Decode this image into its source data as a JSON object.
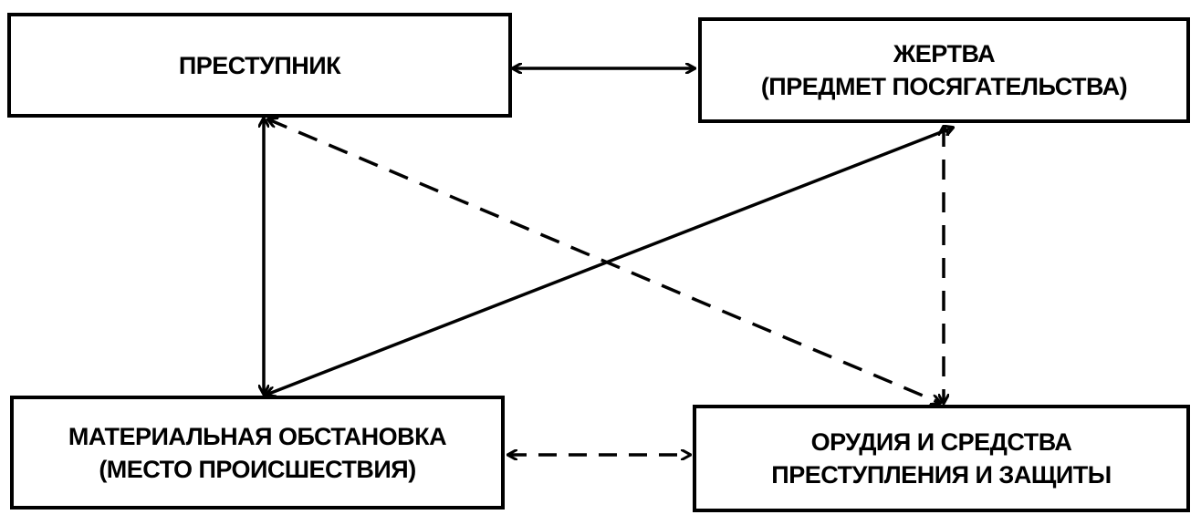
{
  "nodes": {
    "criminal": {
      "line1": "ПРЕСТУПНИК"
    },
    "victim": {
      "line1": "ЖЕРТВА",
      "line2": "(ПРЕДМЕТ ПОСЯГАТЕЛЬСТВА)"
    },
    "setting": {
      "line1": "МАТЕРИАЛЬНАЯ ОБСТАНОВКА",
      "line2": "(МЕСТО ПРОИСШЕСТВИЯ)"
    },
    "tools": {
      "line1": "ОРУДИЯ И СРЕДСТВА",
      "line2": "ПРЕСТУПЛЕНИЯ И ЗАЩИТЫ"
    }
  },
  "edges": [
    {
      "from": "criminal",
      "to": "victim",
      "style": "solid"
    },
    {
      "from": "criminal",
      "to": "setting",
      "style": "solid"
    },
    {
      "from": "victim",
      "to": "setting",
      "style": "solid"
    },
    {
      "from": "criminal",
      "to": "tools",
      "style": "dashed"
    },
    {
      "from": "victim",
      "to": "tools",
      "style": "dashed"
    },
    {
      "from": "setting",
      "to": "tools",
      "style": "dashed"
    }
  ],
  "colors": {
    "stroke": "#000000",
    "background": "#ffffff"
  }
}
